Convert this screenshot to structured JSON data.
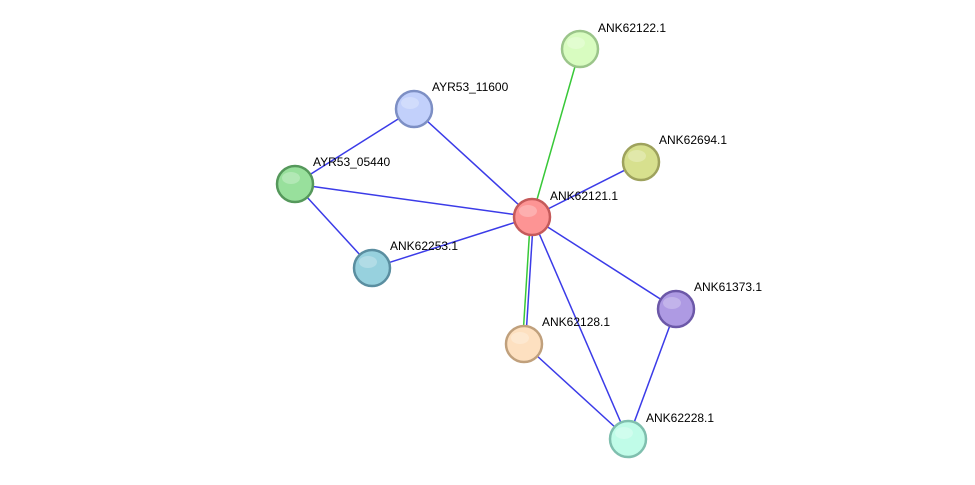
{
  "nodes": [
    {
      "id": "n_ank62122",
      "label": "ANK62122.1",
      "color": "#d8fcc0",
      "stroke": "#9bc58a"
    },
    {
      "id": "n_ayr53_11600",
      "label": "AYR53_11600",
      "color": "#c2d0fb",
      "stroke": "#7d8fc4"
    },
    {
      "id": "n_ank62694",
      "label": "ANK62694.1",
      "color": "#d7e08e",
      "stroke": "#9ea25d"
    },
    {
      "id": "n_ayr53_05440",
      "label": "AYR53_05440",
      "color": "#98e09c",
      "stroke": "#55985b"
    },
    {
      "id": "n_ank62121",
      "label": "ANK62121.1",
      "color": "#fd9494",
      "stroke": "#c55a5a"
    },
    {
      "id": "n_ank62253",
      "label": "ANK62253.1",
      "color": "#97d1de",
      "stroke": "#5a8ea0"
    },
    {
      "id": "n_ank61373",
      "label": "ANK61373.1",
      "color": "#ae9ae3",
      "stroke": "#6c58a8"
    },
    {
      "id": "n_ank62128",
      "label": "ANK62128.1",
      "color": "#fde0c0",
      "stroke": "#c0a07c"
    },
    {
      "id": "n_ank62228",
      "label": "ANK62228.1",
      "color": "#c0fce8",
      "stroke": "#7fbfae"
    }
  ],
  "edges": [
    {
      "source": "n_ayr53_11600",
      "target": "n_ayr53_05440",
      "color": "#3b3be8"
    },
    {
      "source": "n_ayr53_11600",
      "target": "n_ank62121",
      "color": "#3b3be8"
    },
    {
      "source": "n_ayr53_05440",
      "target": "n_ank62121",
      "color": "#3b3be8"
    },
    {
      "source": "n_ayr53_05440",
      "target": "n_ank62253",
      "color": "#3b3be8"
    },
    {
      "source": "n_ank62253",
      "target": "n_ank62121",
      "color": "#3b3be8"
    },
    {
      "source": "n_ank62122",
      "target": "n_ank62121",
      "color": "#38c838"
    },
    {
      "source": "n_ank62694",
      "target": "n_ank62121",
      "color": "#3b3be8"
    },
    {
      "source": "n_ank62121",
      "target": "n_ank62128",
      "color": "#3b3be8"
    },
    {
      "source": "n_ank62121",
      "target": "n_ank62128",
      "color": "#38c838"
    },
    {
      "source": "n_ank62121",
      "target": "n_ank61373",
      "color": "#3b3be8"
    },
    {
      "source": "n_ank62121",
      "target": "n_ank62228",
      "color": "#3b3be8"
    },
    {
      "source": "n_ank62128",
      "target": "n_ank62228",
      "color": "#3b3be8"
    },
    {
      "source": "n_ank61373",
      "target": "n_ank62228",
      "color": "#3b3be8"
    }
  ]
}
